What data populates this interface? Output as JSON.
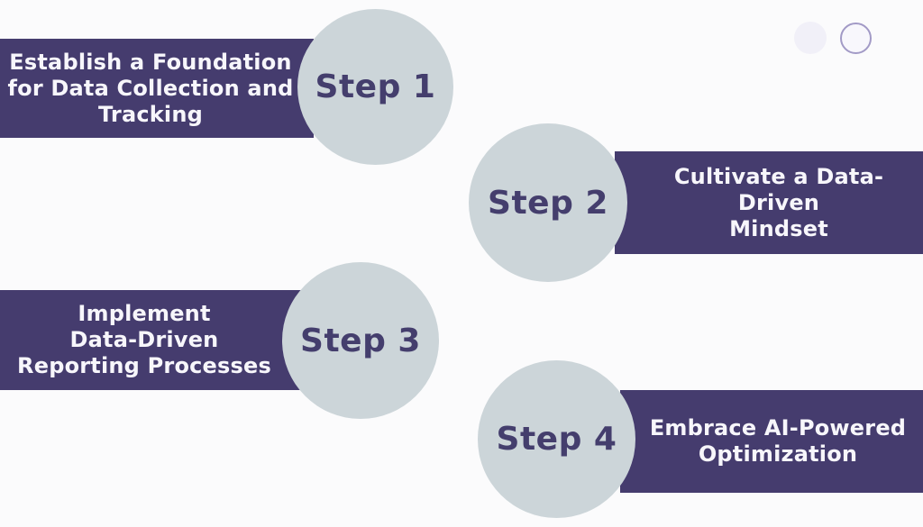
{
  "diagram": {
    "type": "process-steps-infographic",
    "steps": [
      {
        "label": "Step 1",
        "title": "Establish a Foundation\nfor Data Collection and\nTracking",
        "side": "left"
      },
      {
        "label": "Step 2",
        "title": "Cultivate a Data-Driven\nMindset",
        "side": "right"
      },
      {
        "label": "Step 3",
        "title": "Implement\nData-Driven\nReporting Processes",
        "side": "left"
      },
      {
        "label": "Step 4",
        "title": "Embrace AI-Powered\nOptimization",
        "side": "right"
      }
    ],
    "decor": {
      "dots": [
        {
          "name": "filled-dot",
          "style": "filled"
        },
        {
          "name": "outlined-dot",
          "style": "outlined"
        }
      ]
    }
  },
  "colors": {
    "banner": "#453c6e",
    "banner_text": "#f7f6fb",
    "circle_fill": "#ccd5d9",
    "step_label": "#443e6d",
    "background": "#fbfbfc",
    "decor_dot_fill": "#f1f0f8",
    "decor_dot_stroke": "#a29ac6"
  }
}
